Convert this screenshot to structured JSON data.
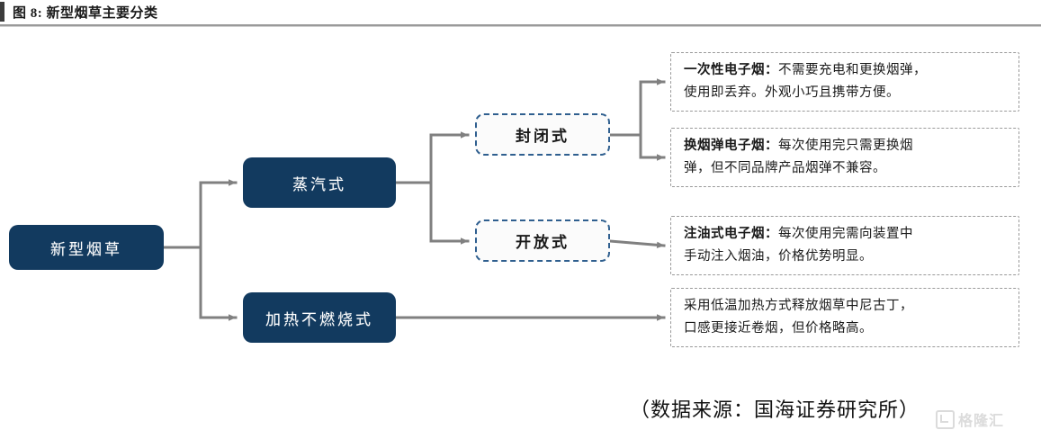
{
  "header": {
    "figure_label": "图 8:",
    "title": "新型烟草主要分类",
    "full_title": "图 8:  新型烟草主要分类"
  },
  "diagram": {
    "root": {
      "label": "新型烟草"
    },
    "level2": [
      {
        "id": "vapor",
        "label": "蒸汽式"
      },
      {
        "id": "hnb",
        "label": "加热不燃烧式"
      }
    ],
    "level3": [
      {
        "id": "closed",
        "label": "封闭式"
      },
      {
        "id": "open",
        "label": "开放式"
      }
    ],
    "descriptions": [
      {
        "id": "disposable",
        "lead": "一次性电子烟：",
        "line1_rest": "不需要充电和更换烟弹，",
        "line2": "使用即丢弃。外观小巧且携带方便。"
      },
      {
        "id": "pod",
        "lead": "换烟弹电子烟：",
        "line1_rest": "每次使用完只需更换烟",
        "line2": "弹，但不同品牌产品烟弹不兼容。"
      },
      {
        "id": "refill",
        "lead": "注油式电子烟：",
        "line1_rest": "每次使用完需向装置中",
        "line2": "手动注入烟油，价格优势明显。"
      },
      {
        "id": "hnb-desc",
        "lead": "",
        "line1_rest": "采用低温加热方式释放烟草中尼古丁，",
        "line2": "口感更接近卷烟，但价格略高。"
      }
    ]
  },
  "source": {
    "text": "（数据来源：国海证券研究所）"
  },
  "watermark": {
    "text": "格隆汇"
  },
  "colors": {
    "node_navy": "#123a5f",
    "dashed_blue": "#2f5f8f",
    "connector_gray": "#808080",
    "rule_gray": "#9a9a9a"
  }
}
